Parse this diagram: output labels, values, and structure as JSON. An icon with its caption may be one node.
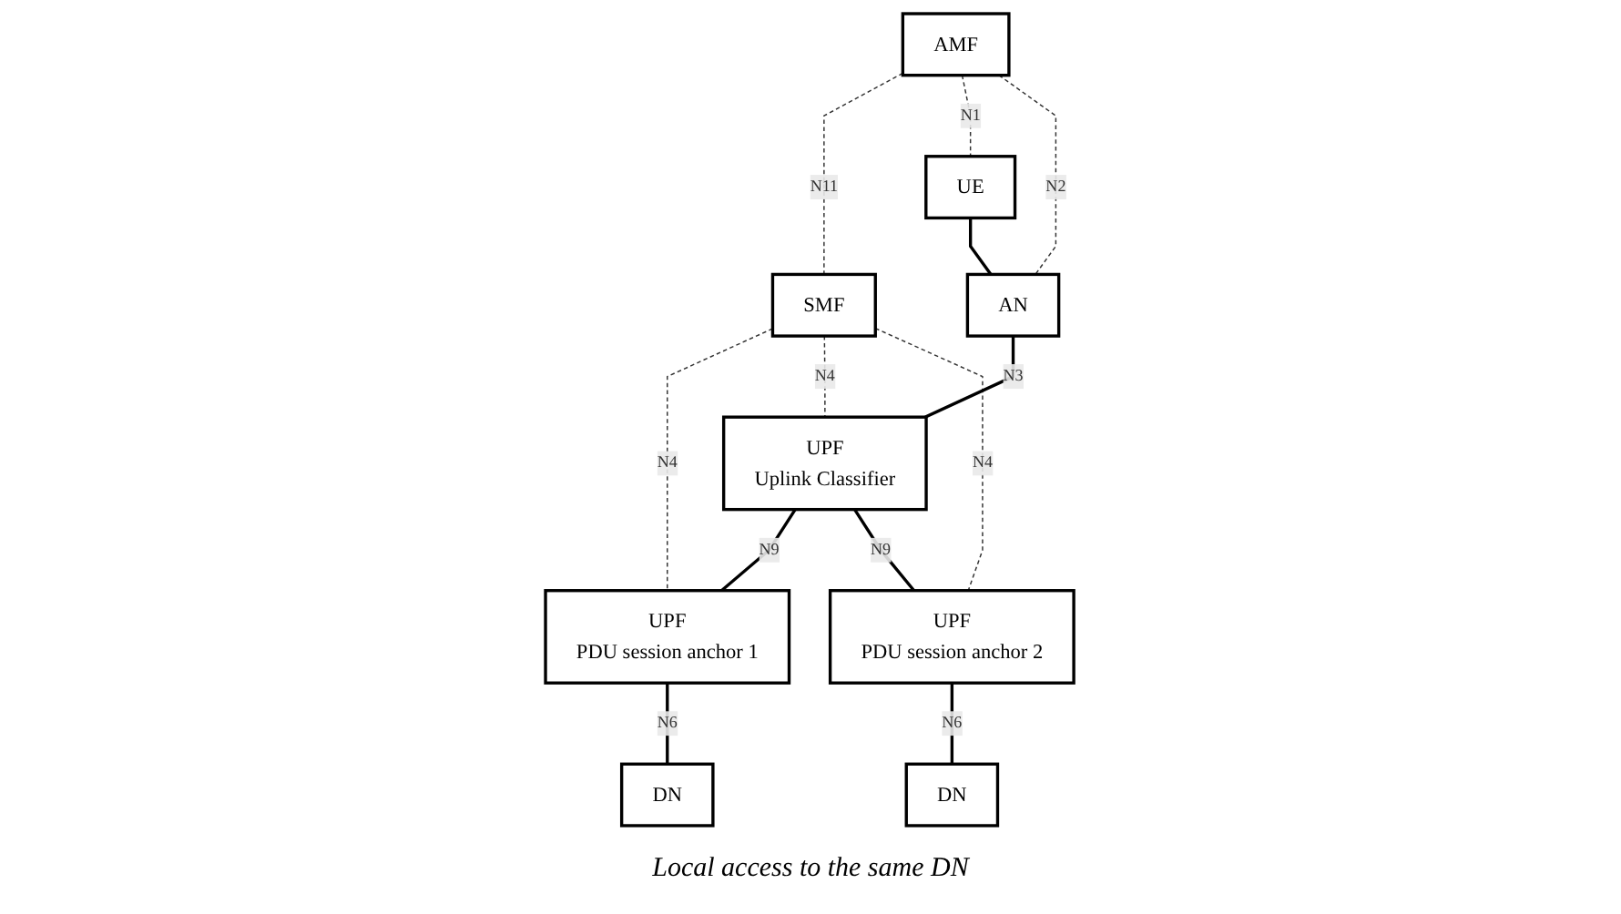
{
  "diagram": {
    "caption": "Local access to the same DN",
    "nodes": [
      {
        "text": [
          "AMF"
        ]
      },
      {
        "text": [
          "SMF"
        ]
      },
      {
        "text": [
          "UPF",
          "PDU session anchor 1"
        ]
      },
      {
        "text": [
          "DN"
        ]
      },
      {
        "text": [
          "UE"
        ]
      },
      {
        "text": [
          "AN"
        ]
      },
      {
        "text": [
          "UPF",
          "Uplink Classifier"
        ]
      },
      {
        "text": [
          "UPF",
          "PDU session anchor 2"
        ]
      },
      {
        "text": [
          "DN"
        ]
      }
    ],
    "edges": [
      {
        "from": 0,
        "to": 1,
        "arrow": "none",
        "label": "N11",
        "style": "dashed"
      },
      {
        "from": 0,
        "to": 4,
        "arrow": "none",
        "label": "N1",
        "style": "dashed"
      },
      {
        "from": 0,
        "to": 5,
        "arrow": "none",
        "label": "N2",
        "style": "dashed"
      },
      {
        "from": 1,
        "to": 2,
        "arrow": "none",
        "label": "N4",
        "style": "dashed"
      },
      {
        "from": 1,
        "to": 6,
        "arrow": "none",
        "label": "N4",
        "style": "dashed"
      },
      {
        "from": 1,
        "to": 7,
        "arrow": "none",
        "label": "N4",
        "style": "dashed"
      },
      {
        "from": 4,
        "to": 5,
        "arrow": "none"
      },
      {
        "from": 5,
        "to": 6,
        "arrow": "none",
        "label": "N3"
      },
      {
        "from": 6,
        "to": 2,
        "arrow": "none",
        "label": "N9"
      },
      {
        "from": 6,
        "to": 7,
        "arrow": "none",
        "label": "N9"
      },
      {
        "from": 2,
        "to": 3,
        "arrow": "none",
        "label": "N6"
      },
      {
        "from": 7,
        "to": 8,
        "arrow": "none",
        "label": "N6"
      }
    ]
  }
}
